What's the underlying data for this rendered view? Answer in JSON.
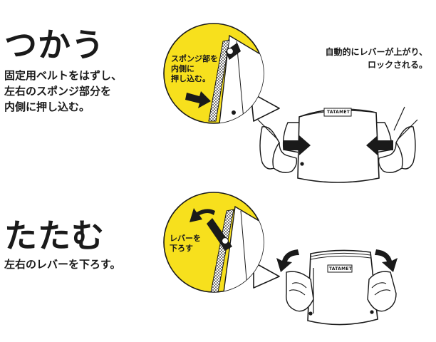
{
  "steps": [
    {
      "title": "つかう",
      "description": "固定用ベルトをはずし、\n左右のスポンジ部分を\n内側に押し込む。",
      "callout": "スポンジ部を\n内側に\n押し込む。",
      "note": "自動的にレバーが上がり、\nロックされる。",
      "product_label": "TATAMET"
    },
    {
      "title": "たたむ",
      "description": "左右のレバーを下ろす。",
      "callout": "レバーを\n下ろす",
      "product_label": "TATAMET"
    }
  ],
  "colors": {
    "accent": "#F7E01D",
    "ink": "#1a1a1a",
    "background": "#ffffff"
  }
}
